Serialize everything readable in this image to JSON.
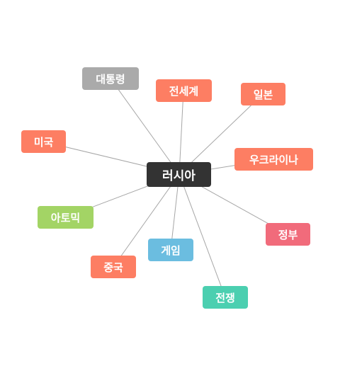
{
  "graph": {
    "center": {
      "id": "russia",
      "label": "러시아",
      "color": "#333333"
    },
    "edge_color": "#a6a6a6",
    "nodes": [
      {
        "id": "president",
        "label": "대통령",
        "color": "#aaaaaa"
      },
      {
        "id": "whole-world",
        "label": "전세계",
        "color": "#fd7e63"
      },
      {
        "id": "japan",
        "label": "일본",
        "color": "#fd7e63"
      },
      {
        "id": "usa",
        "label": "미국",
        "color": "#fd7e63"
      },
      {
        "id": "ukraine",
        "label": "우크라이나",
        "color": "#fd7e63"
      },
      {
        "id": "atomic",
        "label": "아토믹",
        "color": "#a3d465"
      },
      {
        "id": "government",
        "label": "정부",
        "color": "#f16b7b"
      },
      {
        "id": "game",
        "label": "게임",
        "color": "#6bbde0"
      },
      {
        "id": "china",
        "label": "중국",
        "color": "#fd7e63"
      },
      {
        "id": "war",
        "label": "전쟁",
        "color": "#4bcfb0"
      }
    ]
  }
}
